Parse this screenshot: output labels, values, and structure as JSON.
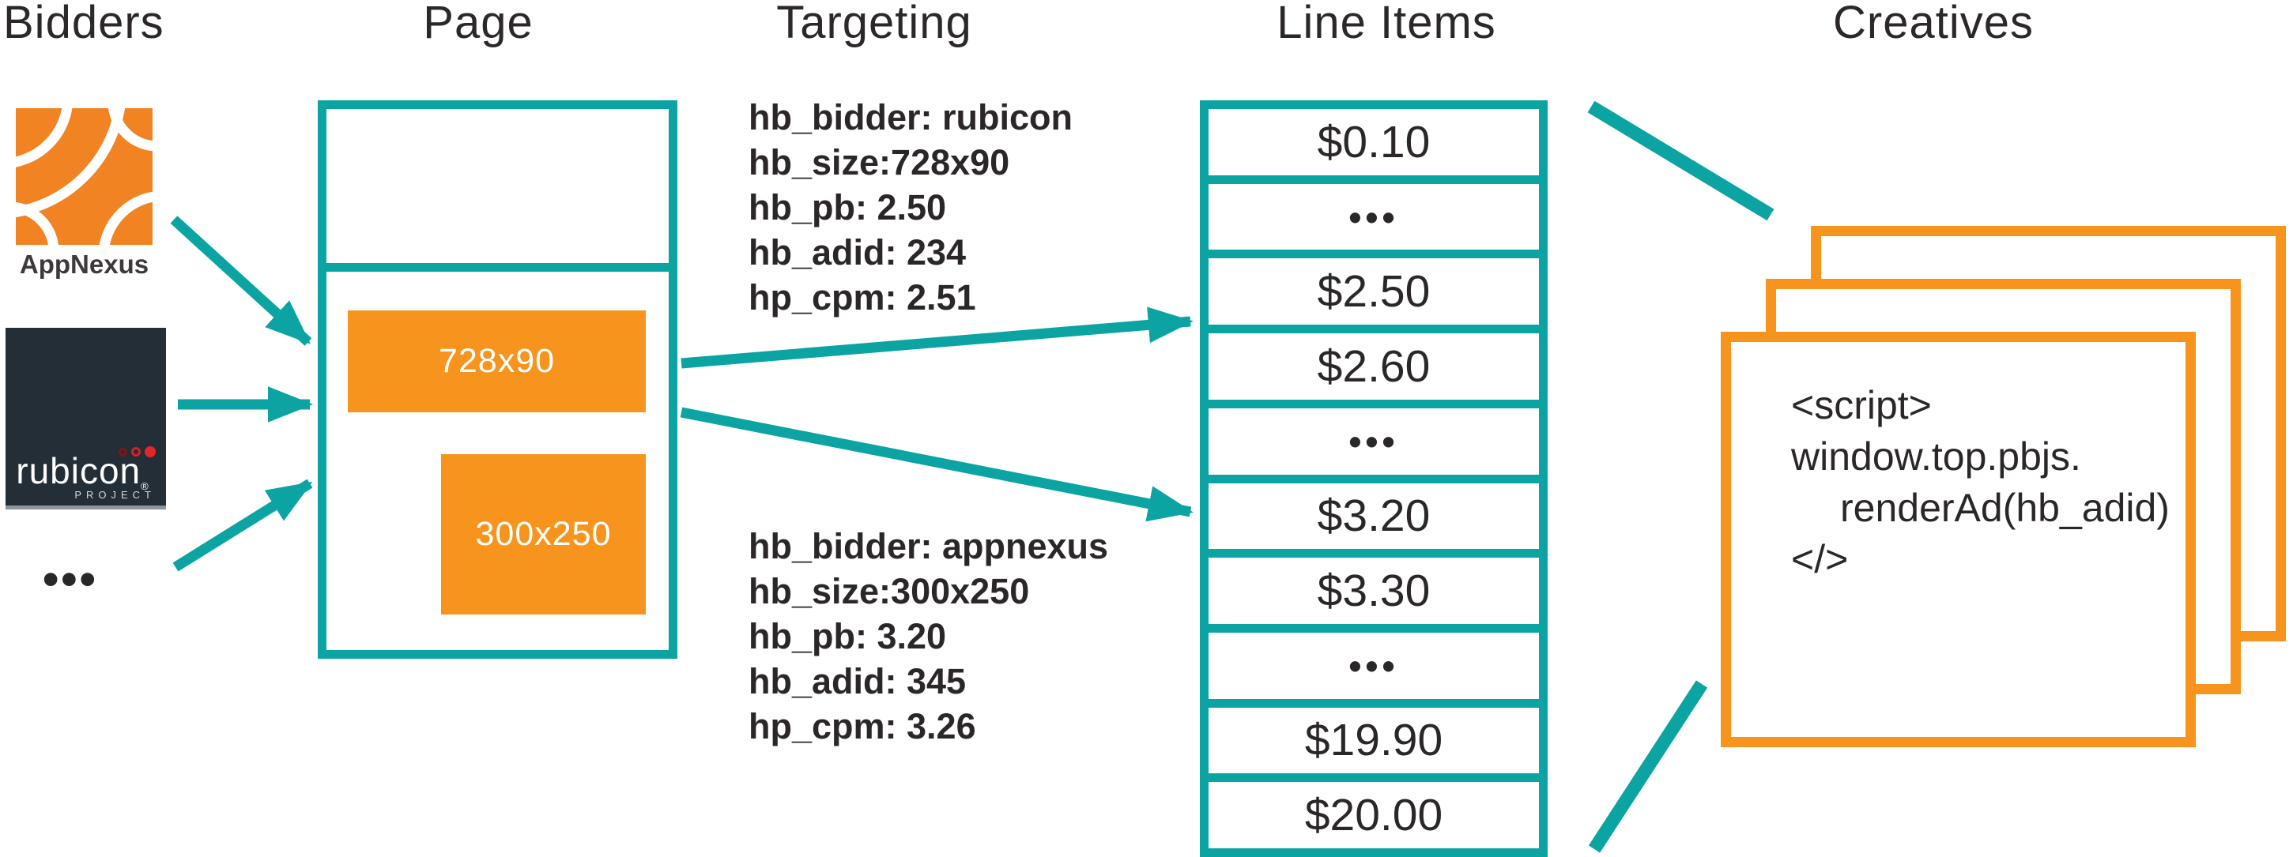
{
  "titles": {
    "bidders": "Bidders",
    "page": "Page",
    "targeting": "Targeting",
    "line_items": "Line Items",
    "creatives": "Creatives"
  },
  "bidders": {
    "appnexus_label": "AppNexus",
    "rubicon_wordmark": "rubicon",
    "rubicon_reg": "®",
    "rubicon_project": "PROJECT",
    "more_bidders": "•••"
  },
  "page": {
    "leaderboard_label": "728x90",
    "medium_rectangle_label": "300x250"
  },
  "targeting": {
    "rubicon": {
      "lines": [
        "hb_bidder: rubicon",
        "hb_size:728x90",
        "hb_pb: 2.50",
        "hb_adid: 234",
        "hp_cpm: 2.51"
      ]
    },
    "appnexus": {
      "lines": [
        "hb_bidder: appnexus",
        "hb_size:300x250",
        "hb_pb: 3.20",
        "hb_adid: 345",
        "hp_cpm: 3.26"
      ]
    }
  },
  "line_items": {
    "rows": [
      "$0.10",
      "•••",
      "$2.50",
      "$2.60",
      "•••",
      "$3.20",
      "$3.30",
      "•••",
      "$19.90",
      "$20.00"
    ]
  },
  "creatives": {
    "script_lines": [
      "<script>",
      "window.top.pbjs.",
      "renderAd(hb_adid)",
      "</>"
    ]
  },
  "colors": {
    "teal": "#0CA4A2",
    "orange": "#F6941E",
    "ink": "#2B2728",
    "rubicon_bg": "#232E37"
  }
}
